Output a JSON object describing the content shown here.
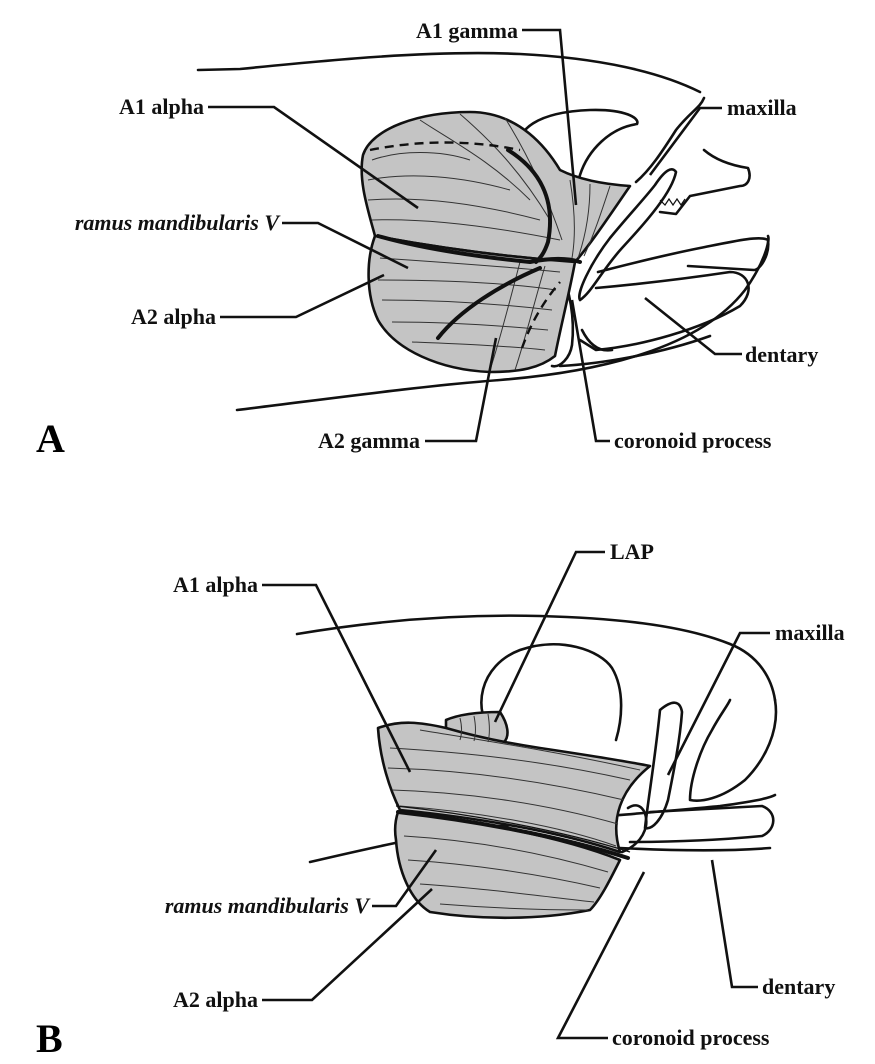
{
  "panels": [
    {
      "letter": "A",
      "labels": {
        "a1_gamma": "A1 gamma",
        "a1_alpha": "A1 alpha",
        "maxilla": "maxilla",
        "ramus": "ramus mandibularis V",
        "a2_alpha": "A2 alpha",
        "dentary": "dentary",
        "a2_gamma": "A2 gamma",
        "coronoid": "coronoid process"
      }
    },
    {
      "letter": "B",
      "labels": {
        "lap": "LAP",
        "a1_alpha": "A1 alpha",
        "maxilla": "maxilla",
        "ramus": "ramus mandibularis V",
        "dentary": "dentary",
        "a2_alpha": "A2 alpha",
        "coronoid": "coronoid process"
      }
    }
  ]
}
